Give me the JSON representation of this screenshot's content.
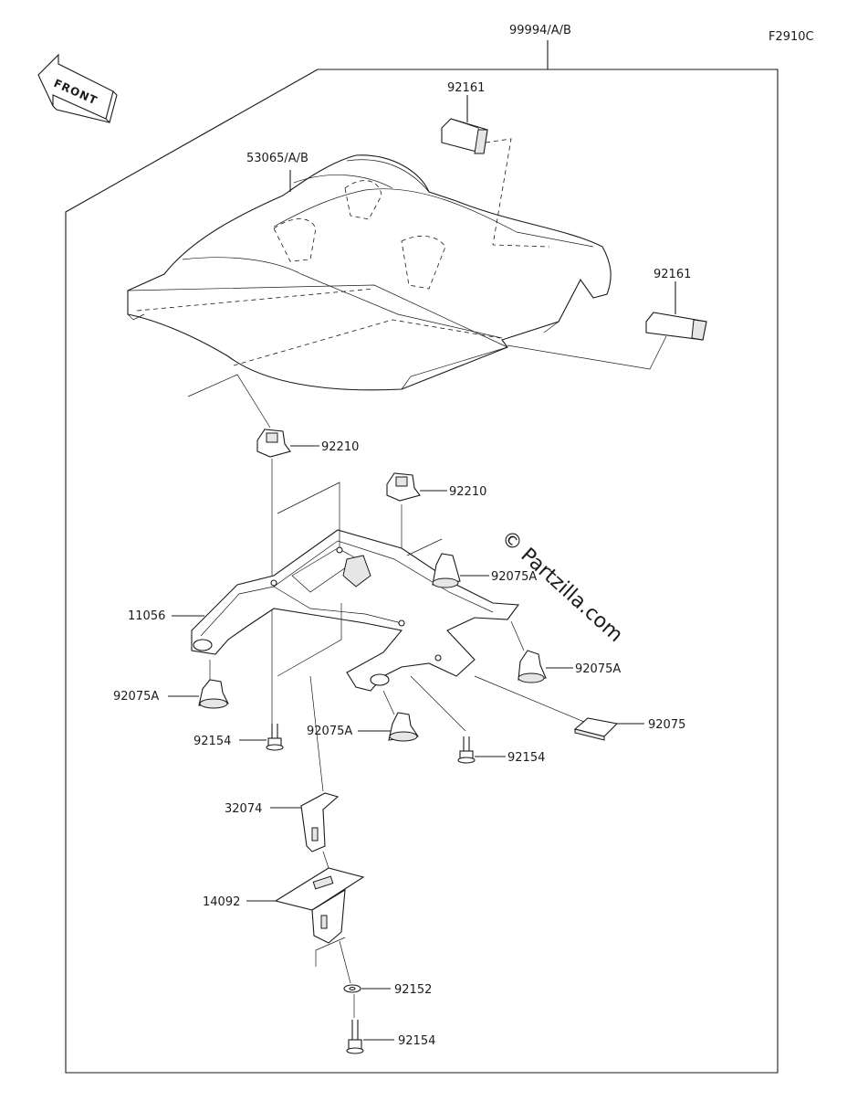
{
  "diagram_code": "F2910C",
  "assembly_label": "99994/A/B",
  "front_label": "FRONT",
  "watermark": "© Partzilla.com",
  "callouts": {
    "c53065": "53065/A/B",
    "c92161a": "92161",
    "c92161b": "92161",
    "c92210a": "92210",
    "c92210b": "92210",
    "c92075A1": "92075A",
    "c92075A2": "92075A",
    "c92075A3": "92075A",
    "c92075A4": "92075A",
    "c92075": "92075",
    "c11056": "11056",
    "c92154a": "92154",
    "c92154b": "92154",
    "c92154c": "92154",
    "c32074": "32074",
    "c14092": "14092",
    "c92152": "92152"
  }
}
